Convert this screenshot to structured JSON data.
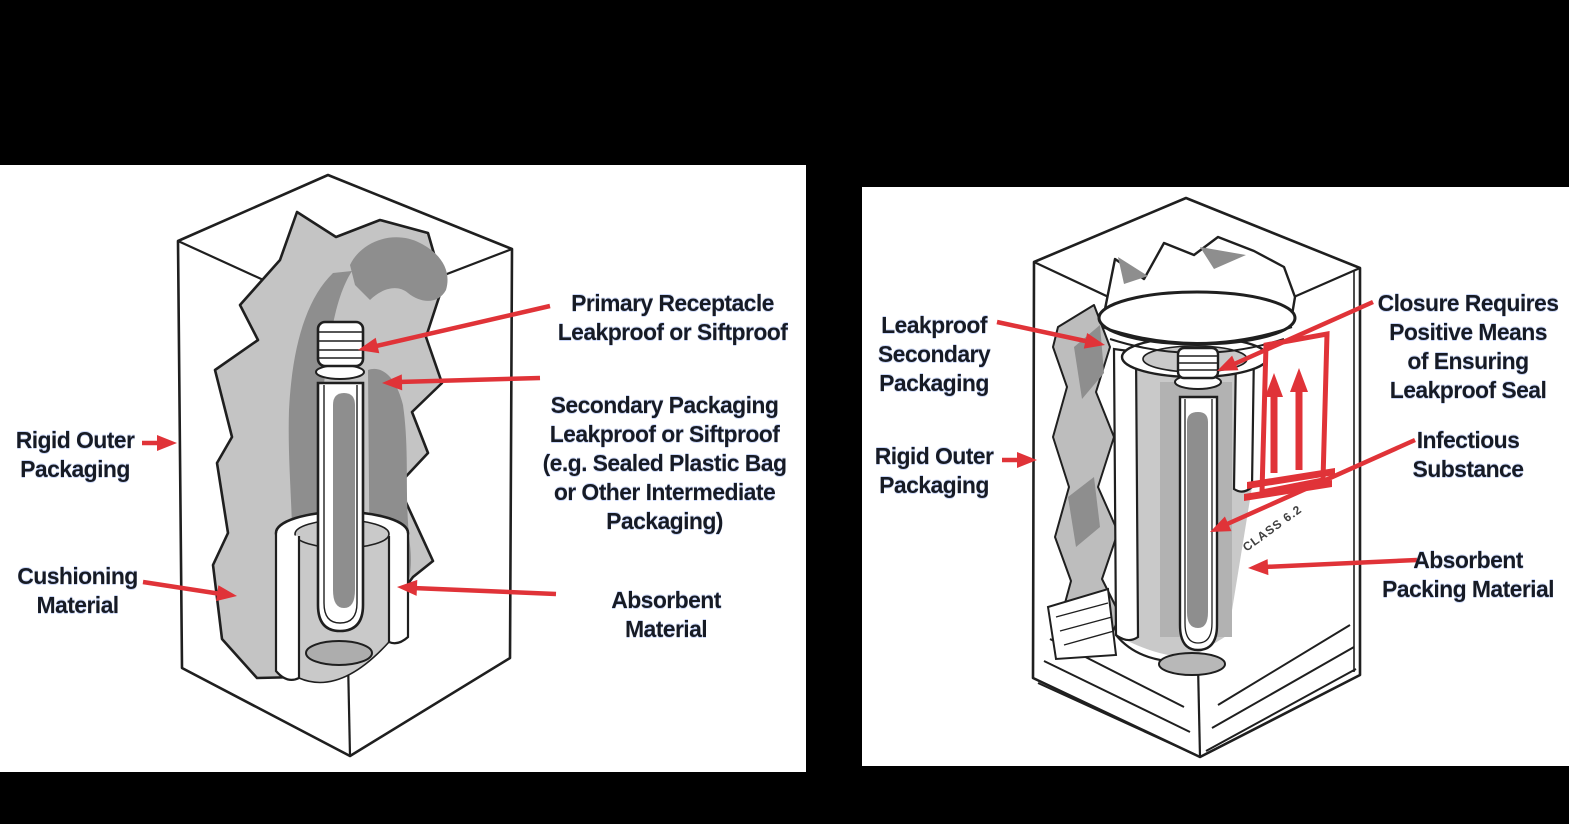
{
  "figure": {
    "left_figure": {
      "labels": {
        "rigid_outer": [
          "Rigid Outer",
          "Packaging"
        ],
        "cushioning": [
          "Cushioning",
          "Material"
        ],
        "primary_receptacle": [
          "Primary Receptacle",
          "Leakproof or Siftproof"
        ],
        "secondary_packaging": [
          "Secondary Packaging",
          "Leakproof or Siftproof",
          "(e.g. Sealed Plastic Bag",
          "or Other Intermediate",
          "Packaging)"
        ],
        "absorbent": [
          "Absorbent",
          "Material"
        ]
      }
    },
    "right_figure": {
      "labels": {
        "leakproof_secondary": [
          "Leakproof",
          "Secondary",
          "Packaging"
        ],
        "rigid_outer": [
          "Rigid Outer",
          "Packaging"
        ],
        "closure": [
          "Closure Requires",
          "Positive Means",
          "of Ensuring",
          "Leakproof Seal"
        ],
        "infectious": [
          "Infectious",
          "Substance"
        ],
        "absorbent": [
          "Absorbent",
          "Packing Material"
        ]
      },
      "carton_side_text": "CLASS 6.2"
    },
    "colors": {
      "background": "#000000",
      "panel": "#ffffff",
      "callout_red": "#e03338",
      "label_ink": "#171b24",
      "bag_gray": "#c4c4c4",
      "shadow_gray": "#8e8e8e"
    }
  }
}
